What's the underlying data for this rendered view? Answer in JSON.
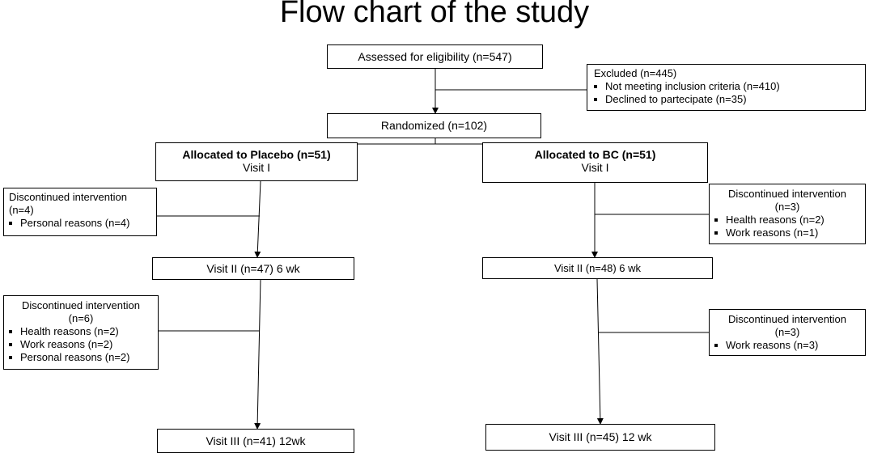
{
  "title": "Flow chart of the study",
  "assessed": "Assessed for eligibility (n=547)",
  "excluded": {
    "heading": "Excluded (n=445)",
    "items": [
      "Not meeting inclusion criteria (n=410)",
      "Declined to partecipate (n=35)"
    ]
  },
  "randomized": "Randomized (n=102)",
  "placebo": {
    "alloc": "Allocated to Placebo (n=51)",
    "visit1": "Visit I",
    "disc1": {
      "heading": "Discontinued intervention",
      "count": "(n=4)",
      "items": [
        "Personal reasons (n=4)"
      ]
    },
    "visit2": "Visit II (n=47) 6 wk",
    "disc2": {
      "heading": "Discontinued intervention",
      "count": "(n=6)",
      "items": [
        "Health reasons (n=2)",
        "Work reasons (n=2)",
        "Personal reasons (n=2)"
      ]
    },
    "visit3": "Visit III (n=41) 12wk"
  },
  "bc": {
    "alloc": "Allocated to BC (n=51)",
    "visit1": "Visit I",
    "disc1": {
      "heading": "Discontinued intervention",
      "count": "(n=3)",
      "items": [
        "Health reasons (n=2)",
        "Work reasons (n=1)"
      ]
    },
    "visit2": "Visit II (n=48) 6 wk",
    "disc2": {
      "heading": "Discontinued intervention",
      "count": "(n=3)",
      "items": [
        "Work reasons (n=3)"
      ]
    },
    "visit3": "Visit III (n=45) 12 wk"
  }
}
